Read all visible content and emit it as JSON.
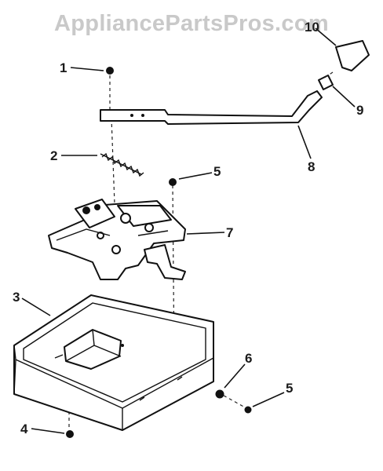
{
  "watermark": "AppliancePartsPros.com",
  "callouts": {
    "c1": "1",
    "c2": "2",
    "c3": "3",
    "c4": "4",
    "c5a": "5",
    "c5b": "5",
    "c6": "6",
    "c7": "7",
    "c8": "8",
    "c9": "9",
    "c10": "10"
  }
}
